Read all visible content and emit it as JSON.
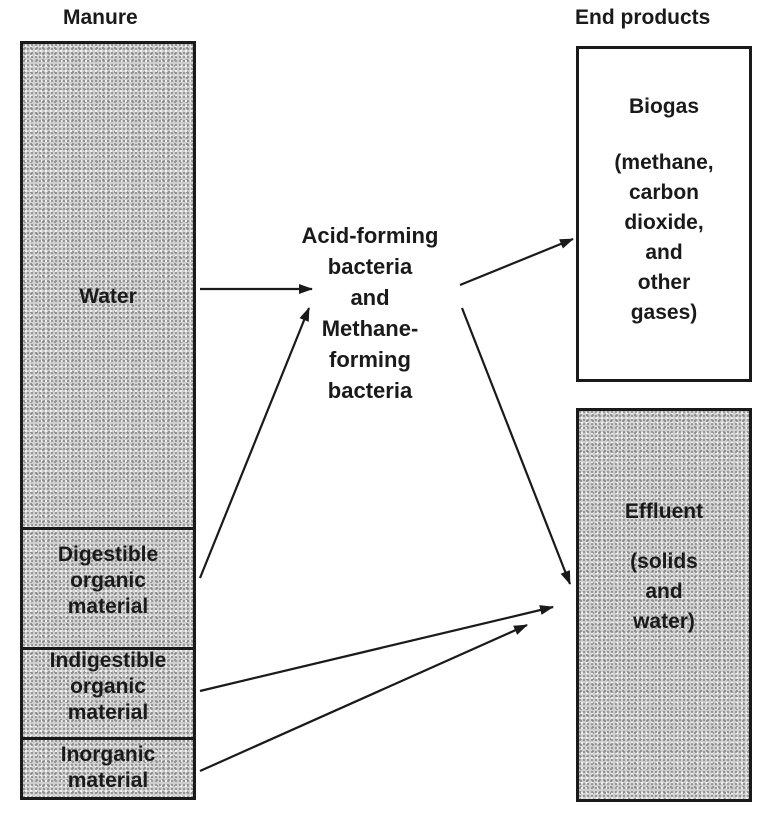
{
  "headings": {
    "manure": "Manure",
    "end_products": "End products"
  },
  "manure": {
    "water": "Water",
    "digestible": [
      "Digestible",
      "organic",
      "material"
    ],
    "indigestible": [
      "Indigestible",
      "organic",
      "material"
    ],
    "inorganic": [
      "Inorganic",
      "material"
    ]
  },
  "bacteria": [
    "Acid-forming",
    "bacteria",
    "and",
    "Methane-",
    "forming",
    "bacteria"
  ],
  "biogas": {
    "title": "Biogas",
    "detail": [
      "(methane,",
      "carbon",
      "dioxide,",
      "and",
      "other",
      "gases)"
    ]
  },
  "effluent": {
    "title": "Effluent",
    "detail": [
      "(solids",
      "and",
      "water)"
    ]
  }
}
